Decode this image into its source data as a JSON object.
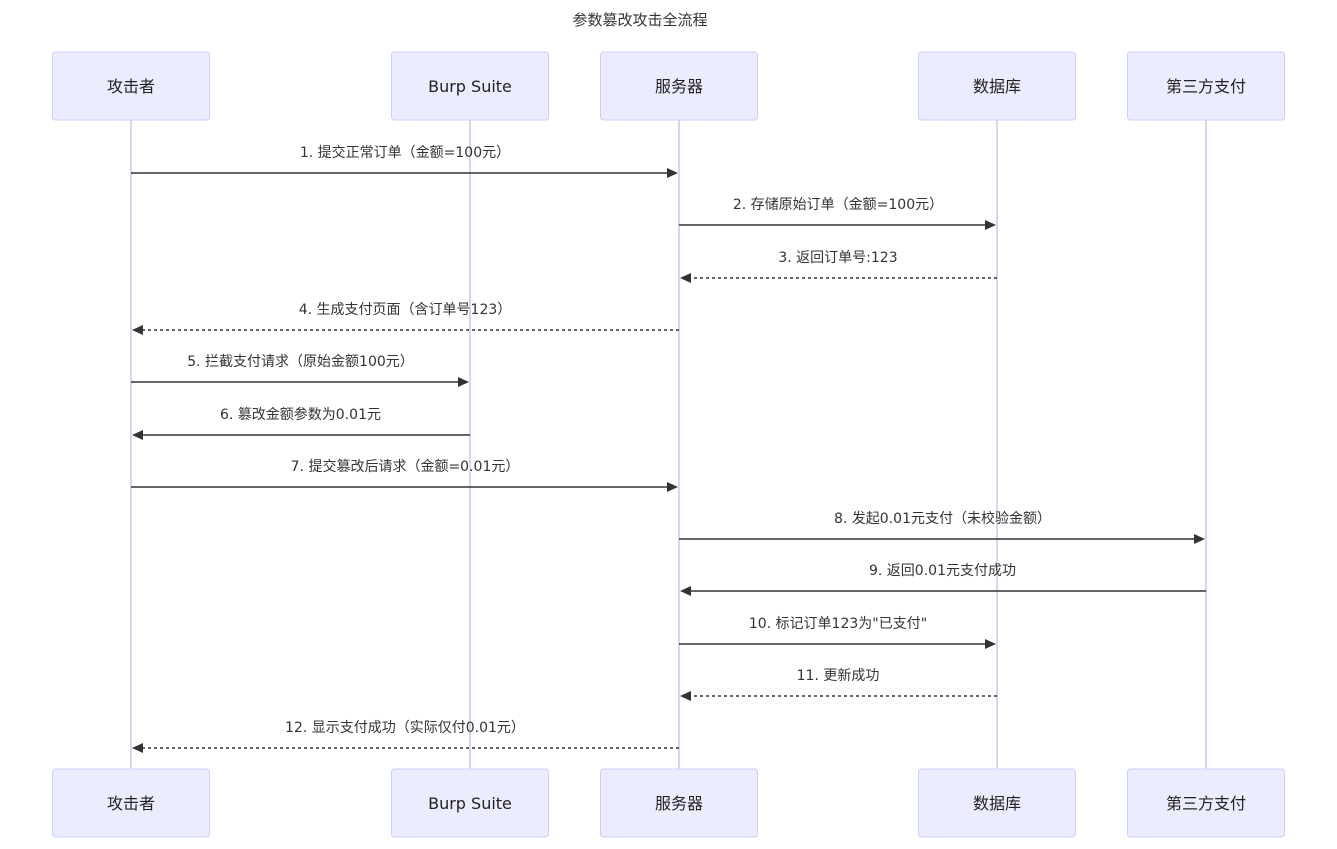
{
  "title": "参数篡改攻击全流程",
  "actors": [
    {
      "id": "attacker",
      "label": "攻击者"
    },
    {
      "id": "burp",
      "label": "Burp Suite"
    },
    {
      "id": "server",
      "label": "服务器"
    },
    {
      "id": "db",
      "label": "数据库"
    },
    {
      "id": "pay",
      "label": "第三方支付"
    }
  ],
  "messages": [
    {
      "from": "attacker",
      "to": "server",
      "label": "1. 提交正常订单（金额=100元）",
      "style": "solid"
    },
    {
      "from": "server",
      "to": "db",
      "label": "2. 存储原始订单（金额=100元）",
      "style": "solid"
    },
    {
      "from": "db",
      "to": "server",
      "label": "3. 返回订单号:123",
      "style": "dashed"
    },
    {
      "from": "server",
      "to": "attacker",
      "label": "4. 生成支付页面（含订单号123）",
      "style": "dashed"
    },
    {
      "from": "attacker",
      "to": "burp",
      "label": "5. 拦截支付请求（原始金额100元）",
      "style": "solid"
    },
    {
      "from": "burp",
      "to": "attacker",
      "label": "6. 篡改金额参数为0.01元",
      "style": "solid"
    },
    {
      "from": "attacker",
      "to": "server",
      "label": "7. 提交篡改后请求（金额=0.01元）",
      "style": "solid"
    },
    {
      "from": "server",
      "to": "pay",
      "label": "8. 发起0.01元支付（未校验金额）",
      "style": "solid"
    },
    {
      "from": "pay",
      "to": "server",
      "label": "9. 返回0.01元支付成功",
      "style": "solid"
    },
    {
      "from": "server",
      "to": "db",
      "label": "10. 标记订单123为\"已支付\"",
      "style": "solid"
    },
    {
      "from": "db",
      "to": "server",
      "label": "11. 更新成功",
      "style": "dashed"
    },
    {
      "from": "server",
      "to": "attacker",
      "label": "12. 显示支付成功（实际仅付0.01元）",
      "style": "dashed"
    }
  ]
}
